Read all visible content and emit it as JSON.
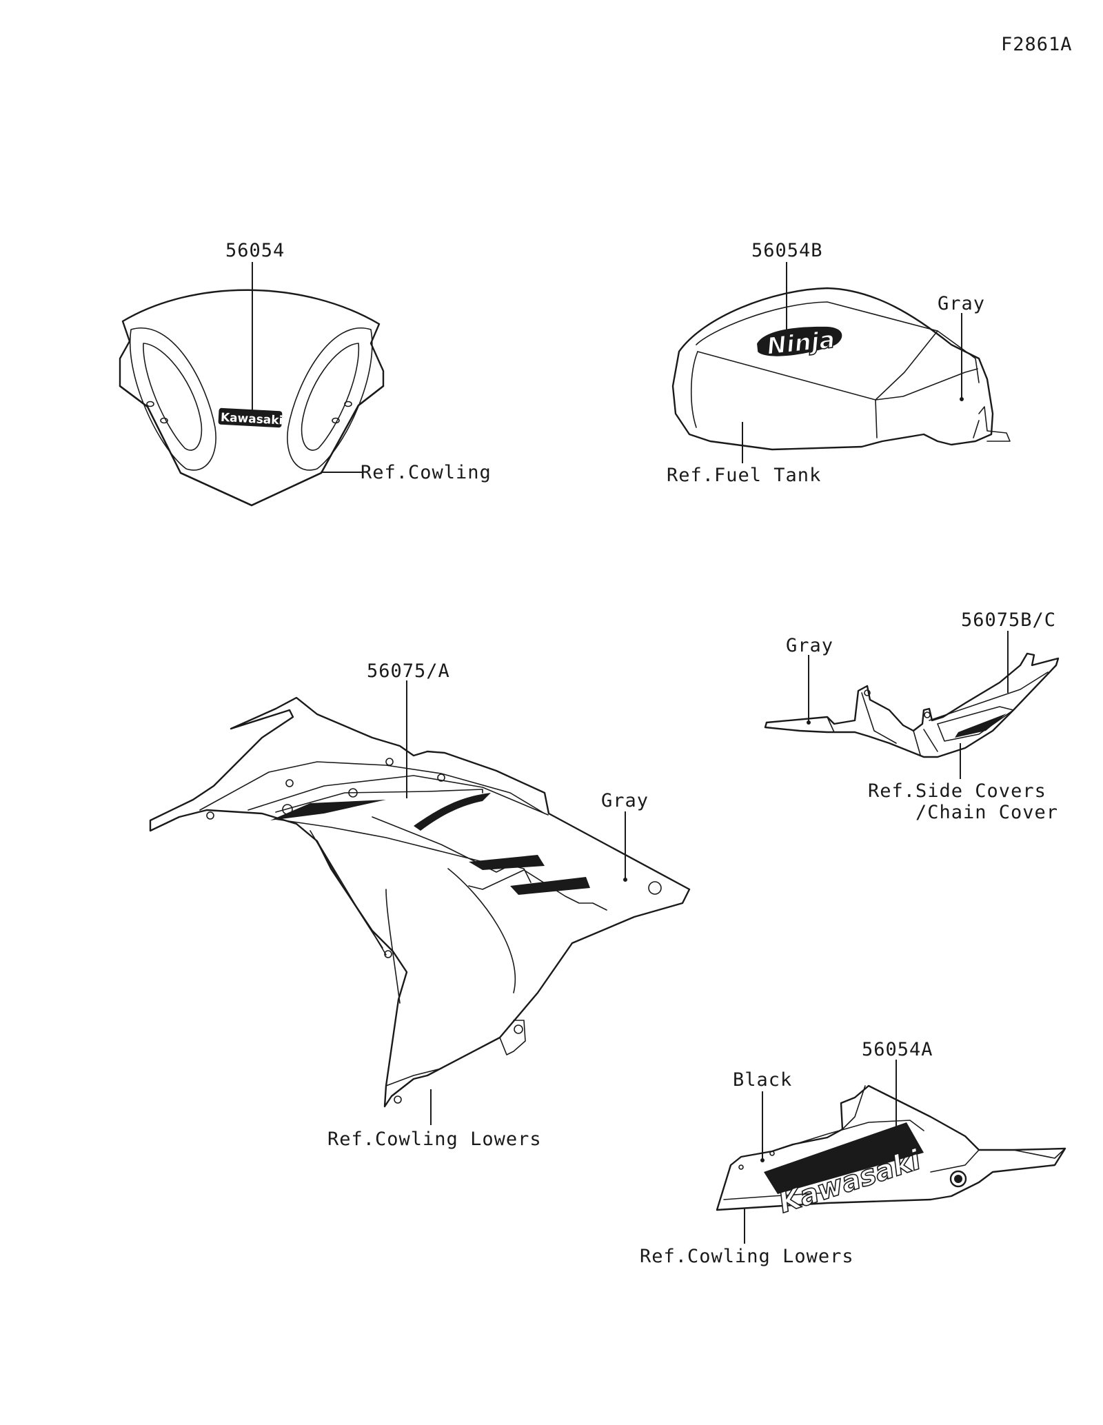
{
  "figure_code": "F2861A",
  "callouts": {
    "windshield_part": "56054",
    "windshield_ref": "Ref.Cowling",
    "windshield_decal": "Kawasaki",
    "tank_part": "56054B",
    "tank_color": "Gray",
    "tank_ref": "Ref.Fuel Tank",
    "tank_decal": "Ninja",
    "cowl_part": "56075/A",
    "cowl_color": "Gray",
    "cowl_ref": "Ref.Cowling Lowers",
    "side_part": "56075B/C",
    "side_color": "Gray",
    "side_ref_line1": "Ref.Side Covers",
    "side_ref_line2": "/Chain Cover",
    "lower_part": "56054A",
    "lower_color": "Black",
    "lower_ref": "Ref.Cowling Lowers",
    "lower_decal": "Kawasaki"
  },
  "colors": {
    "ink": "#1a1a1a",
    "paper": "#ffffff"
  }
}
